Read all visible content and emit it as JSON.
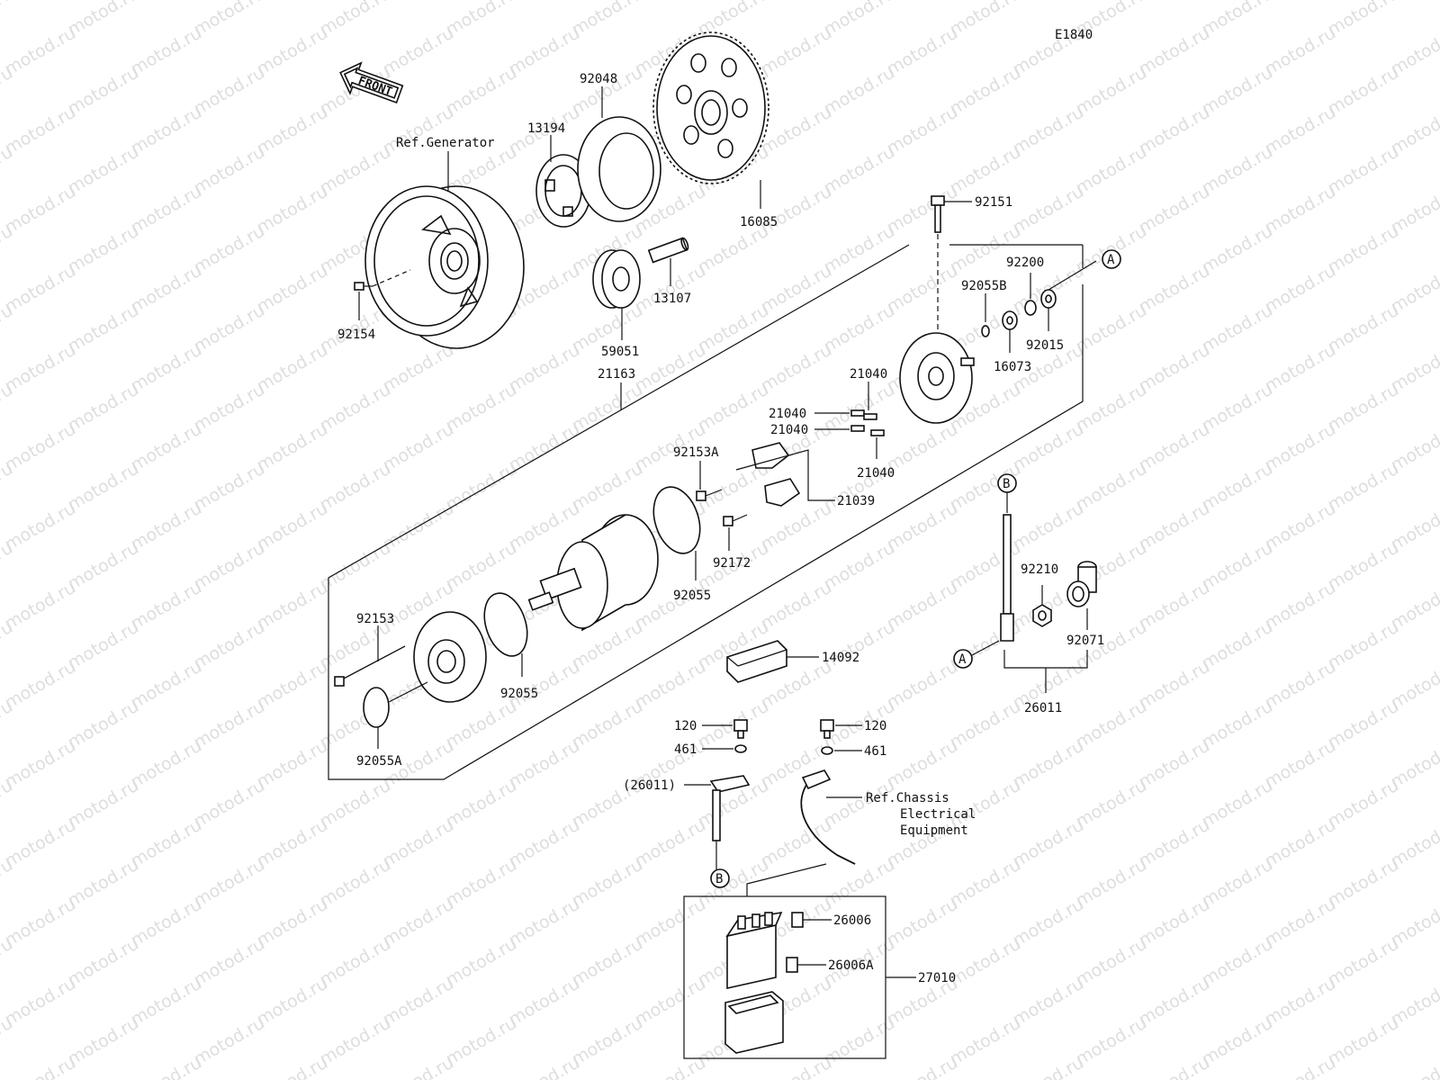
{
  "diagram_code": "E1840",
  "front_label": "FRONT",
  "watermark": "motod.ru",
  "callouts": {
    "A": "A",
    "B": "B"
  },
  "labels": {
    "ref_generator": "Ref.Generator",
    "p13194": "13194",
    "p92048": "92048",
    "p16085": "16085",
    "p92154": "92154",
    "p59051": "59051",
    "p13107": "13107",
    "p21163": "21163",
    "p92151": "92151",
    "p92200": "92200",
    "p92055b": "92055B",
    "p92015": "92015",
    "p16073": "16073",
    "p21040_a": "21040",
    "p21040_b": "21040",
    "p21040_c": "21040",
    "p21040_d": "21040",
    "p92153a": "92153A",
    "p21039": "21039",
    "p92172": "92172",
    "p92055_a": "92055",
    "p92055_b": "92055",
    "p92153": "92153",
    "p92055a": "92055A",
    "p92210": "92210",
    "p92071": "92071",
    "p26011": "26011",
    "p14092": "14092",
    "p120_l": "120",
    "p461_l": "461",
    "p120_r": "120",
    "p461_r": "461",
    "p26011_ref": "(26011)",
    "ref_chassis_1": "Ref.Chassis",
    "ref_chassis_2": "Electrical",
    "ref_chassis_3": "Equipment",
    "p26006": "26006",
    "p26006a": "26006A",
    "p27010": "27010"
  }
}
